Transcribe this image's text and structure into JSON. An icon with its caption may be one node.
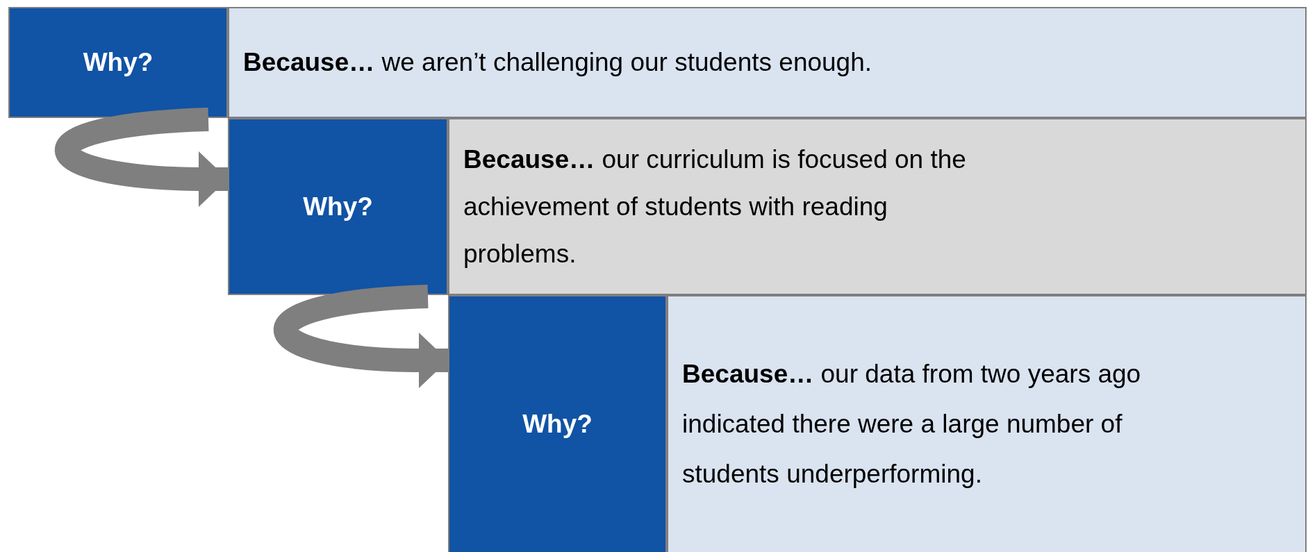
{
  "diagram": {
    "nodes": [
      {
        "text": [
          "Why?"
        ]
      },
      {
        "text": [
          "**Because…** we aren’t challenging our students enough."
        ]
      },
      {
        "text": [
          "Why?"
        ]
      },
      {
        "text": [
          "**Because…** our curriculum is focused on the achievement of students with reading problems."
        ]
      },
      {
        "text": [
          "Why?"
        ]
      },
      {
        "text": [
          "**Because…** our data from two years ago indicated there were a large number of students underperforming."
        ]
      }
    ],
    "edges": [
      {
        "from": 0,
        "to": 2,
        "arrow": "to"
      },
      {
        "from": 2,
        "to": 4,
        "arrow": "to"
      }
    ]
  }
}
